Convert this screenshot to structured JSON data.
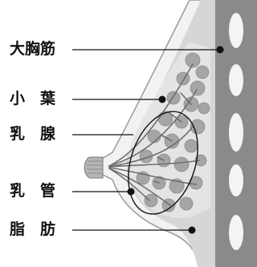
{
  "labels": {
    "pectoralis": "大胸筋",
    "lobule": "小　葉",
    "mammary_gland": "乳　腺",
    "lactiferous_duct": "乳　管",
    "fat": "脂　肪"
  },
  "colors": {
    "background": "#ffffff",
    "breast_fill": "#f2f2f2",
    "fat_tissue": "#d6d6d6",
    "muscle_band": "#8a8a8a",
    "ribs": "#f4f4f4",
    "lobule_fill": "#a5a5a5",
    "duct_line": "#6e6e6e",
    "leader_line": "#111111"
  }
}
